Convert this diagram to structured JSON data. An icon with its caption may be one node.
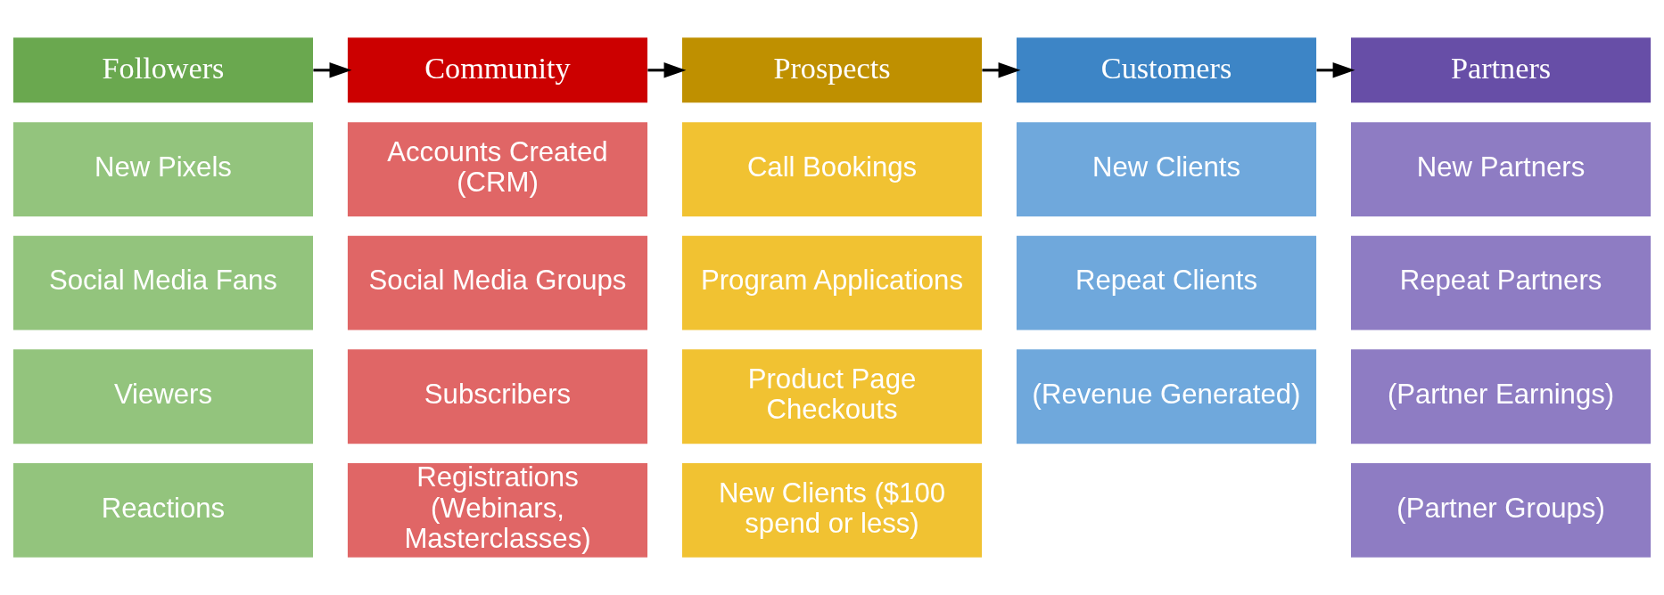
{
  "diagram": {
    "nodes": [
      {
        "text": [
          "Followers"
        ]
      },
      {
        "text": [
          "Community"
        ]
      },
      {
        "text": [
          "Prospects"
        ]
      },
      {
        "text": [
          "Customers"
        ]
      },
      {
        "text": [
          "Partners"
        ]
      },
      {
        "text": [
          "New Pixels"
        ]
      },
      {
        "text": [
          "Accounts Created (CRM)"
        ]
      },
      {
        "text": [
          "Call Bookings"
        ]
      },
      {
        "text": [
          "New Clients"
        ]
      },
      {
        "text": [
          "New Partners"
        ]
      },
      {
        "text": [
          "Social Media Fans"
        ]
      },
      {
        "text": [
          "Social Media Groups"
        ]
      },
      {
        "text": [
          "Program Applications"
        ]
      },
      {
        "text": [
          "Repeat Clients"
        ]
      },
      {
        "text": [
          "Repeat Partners"
        ]
      },
      {
        "text": [
          "Viewers"
        ]
      },
      {
        "text": [
          "Subscribers"
        ]
      },
      {
        "text": [
          "Product Page Checkouts"
        ]
      },
      {
        "text": [
          "(Revenue Generated)"
        ]
      },
      {
        "text": [
          "(Partner Earnings)"
        ]
      },
      {
        "text": [
          "Reactions"
        ]
      },
      {
        "text": [
          "Registrations (Webinars, Masterclasses)"
        ]
      },
      {
        "text": [
          "New Clients ($100 spend or less)"
        ]
      },
      {
        "text": [
          "(Partner Groups)"
        ]
      }
    ],
    "edges": [
      {
        "from": 0,
        "to": 1,
        "arrow": "to"
      },
      {
        "from": 1,
        "to": 2,
        "arrow": "to"
      },
      {
        "from": 2,
        "to": 3,
        "arrow": "to"
      },
      {
        "from": 3,
        "to": 4,
        "arrow": "to"
      }
    ]
  }
}
